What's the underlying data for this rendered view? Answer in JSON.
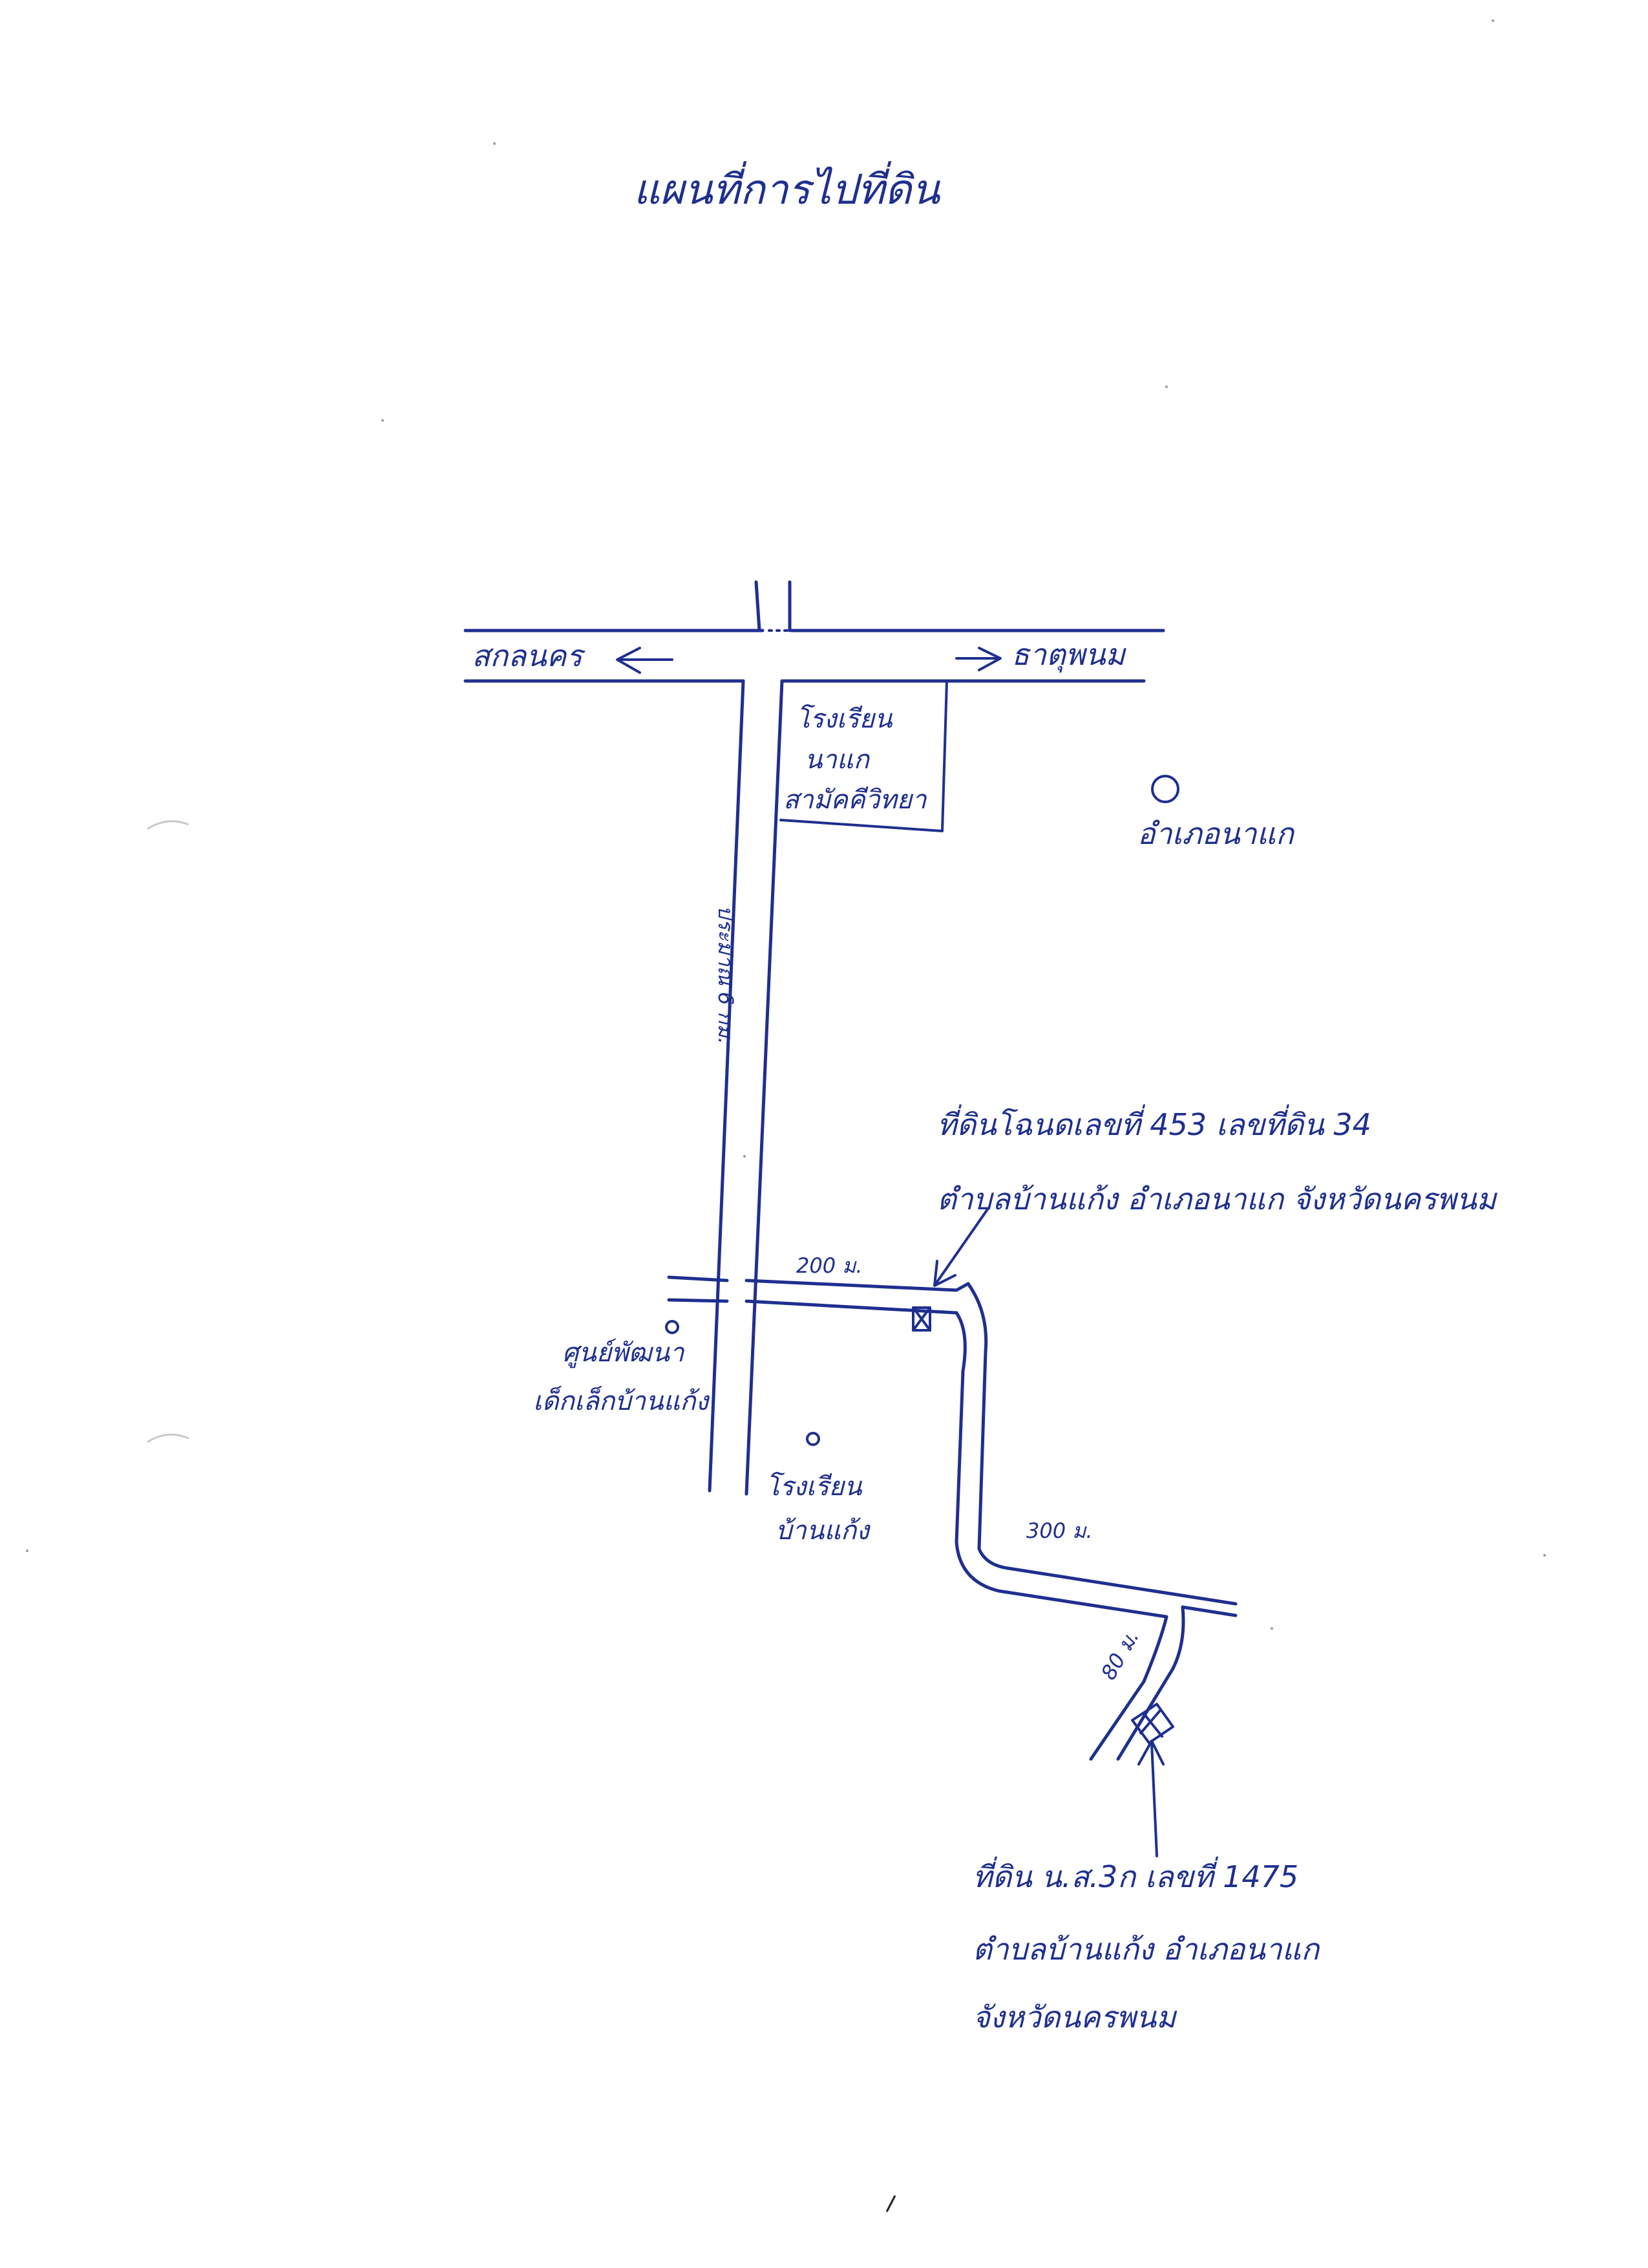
{
  "title": "แผนที่การไปที่ดิน",
  "places": {
    "left_direction": "สกลนคร",
    "right_direction": "ธาตุพนม",
    "school_top_line1": "โรงเรียน",
    "school_top_line2": "นาแก",
    "school_top_line3": "สามัคคีวิทยา",
    "district_line": "อำเภอนาแก",
    "center_line1": "ศูนย์พัฒนา",
    "center_line2": "เด็กเล็กบ้านแก้ง",
    "school_bottom_line1": "โรงเรียน",
    "school_bottom_line2": "บ้านแก้ง"
  },
  "distances": {
    "main_road": "ประมาณ 6 กม.",
    "d200": "200 ม.",
    "d300": "300 ม.",
    "d80": "80 ม."
  },
  "plot1": {
    "line1": "ที่ดินโฉนดเลขที่ 453  เลขที่ดิน 34",
    "line2": "ตำบลบ้านแก้ง  อำเภอนาแก  จังหวัดนครพนม"
  },
  "plot2": {
    "line1": "ที่ดิน  น.ส.3ก  เลขที่  1475",
    "line2": "ตำบลบ้านแก้ง  อำเภอนาแก",
    "line3": "จังหวัดนครพนม"
  },
  "colors": {
    "ink": "#1f2f8f",
    "paper": "#ffffff"
  }
}
